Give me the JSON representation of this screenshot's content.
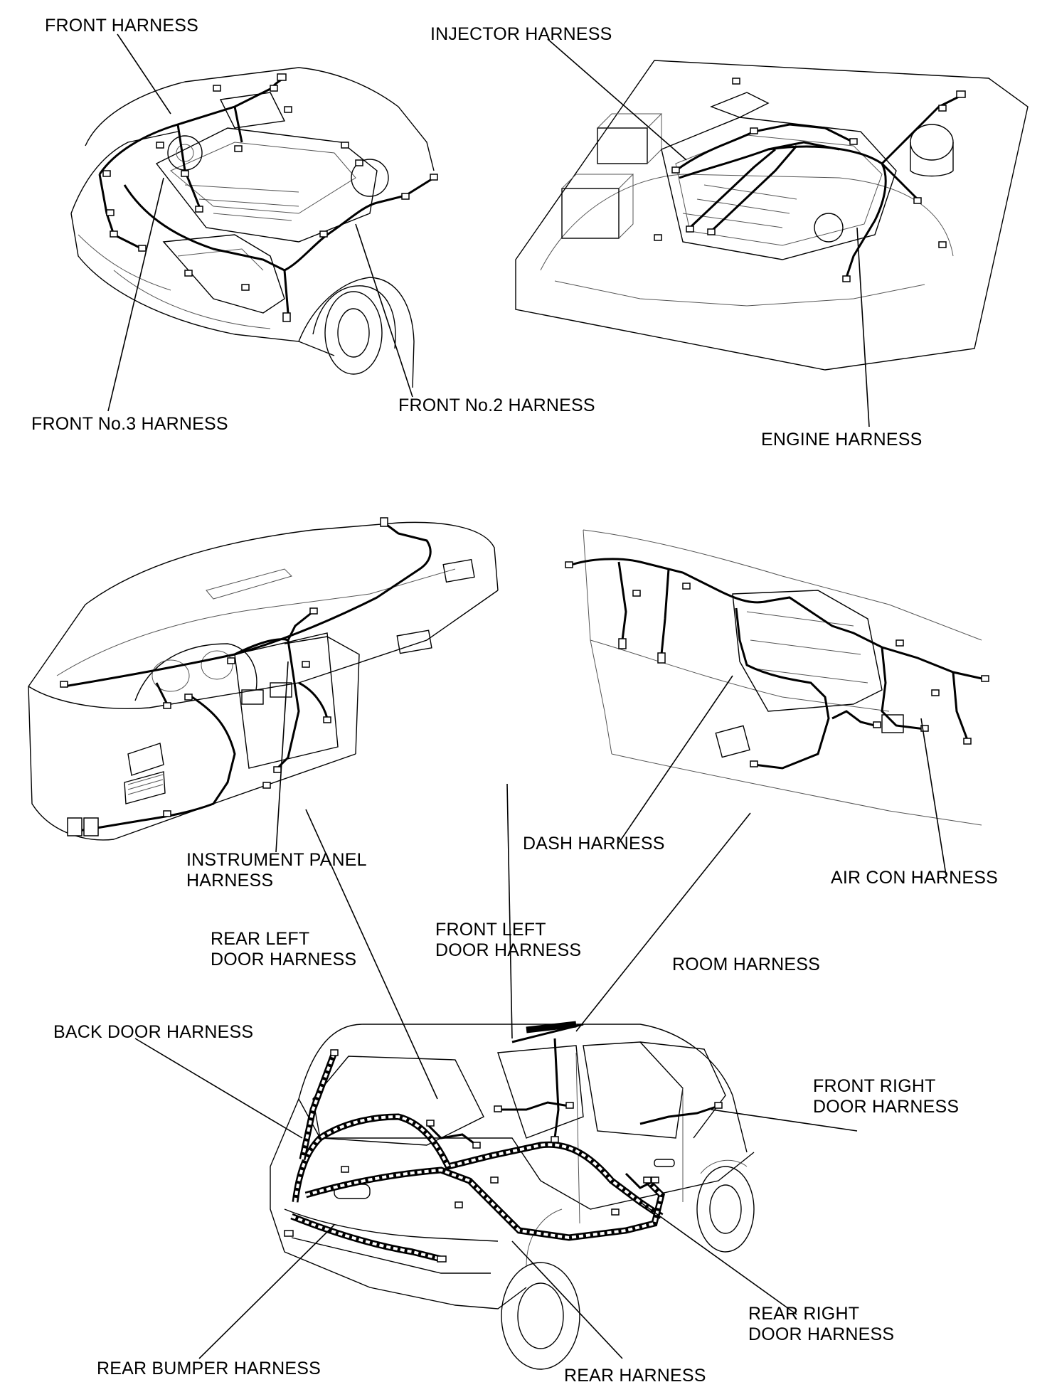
{
  "labels": {
    "front_harness": "FRONT HARNESS",
    "injector_harness": "INJECTOR HARNESS",
    "front_no2_harness": "FRONT No.2 HARNESS",
    "front_no3_harness": "FRONT No.3 HARNESS",
    "engine_harness": "ENGINE HARNESS",
    "instrument_panel_harness": [
      "INSTRUMENT PANEL",
      "HARNESS"
    ],
    "dash_harness": "DASH HARNESS",
    "air_con_harness": "AIR CON HARNESS",
    "rear_left_door_harness": [
      "REAR LEFT",
      "DOOR HARNESS"
    ],
    "front_left_door_harness": [
      "FRONT LEFT",
      "DOOR HARNESS"
    ],
    "room_harness": "ROOM HARNESS",
    "back_door_harness": "BACK DOOR HARNESS",
    "front_right_door_harness": [
      "FRONT RIGHT",
      "DOOR HARNESS"
    ],
    "rear_bumper_harness": "REAR BUMPER HARNESS",
    "rear_right_door_harness": [
      "REAR RIGHT",
      "DOOR HARNESS"
    ],
    "rear_harness": "REAR HARNESS"
  }
}
